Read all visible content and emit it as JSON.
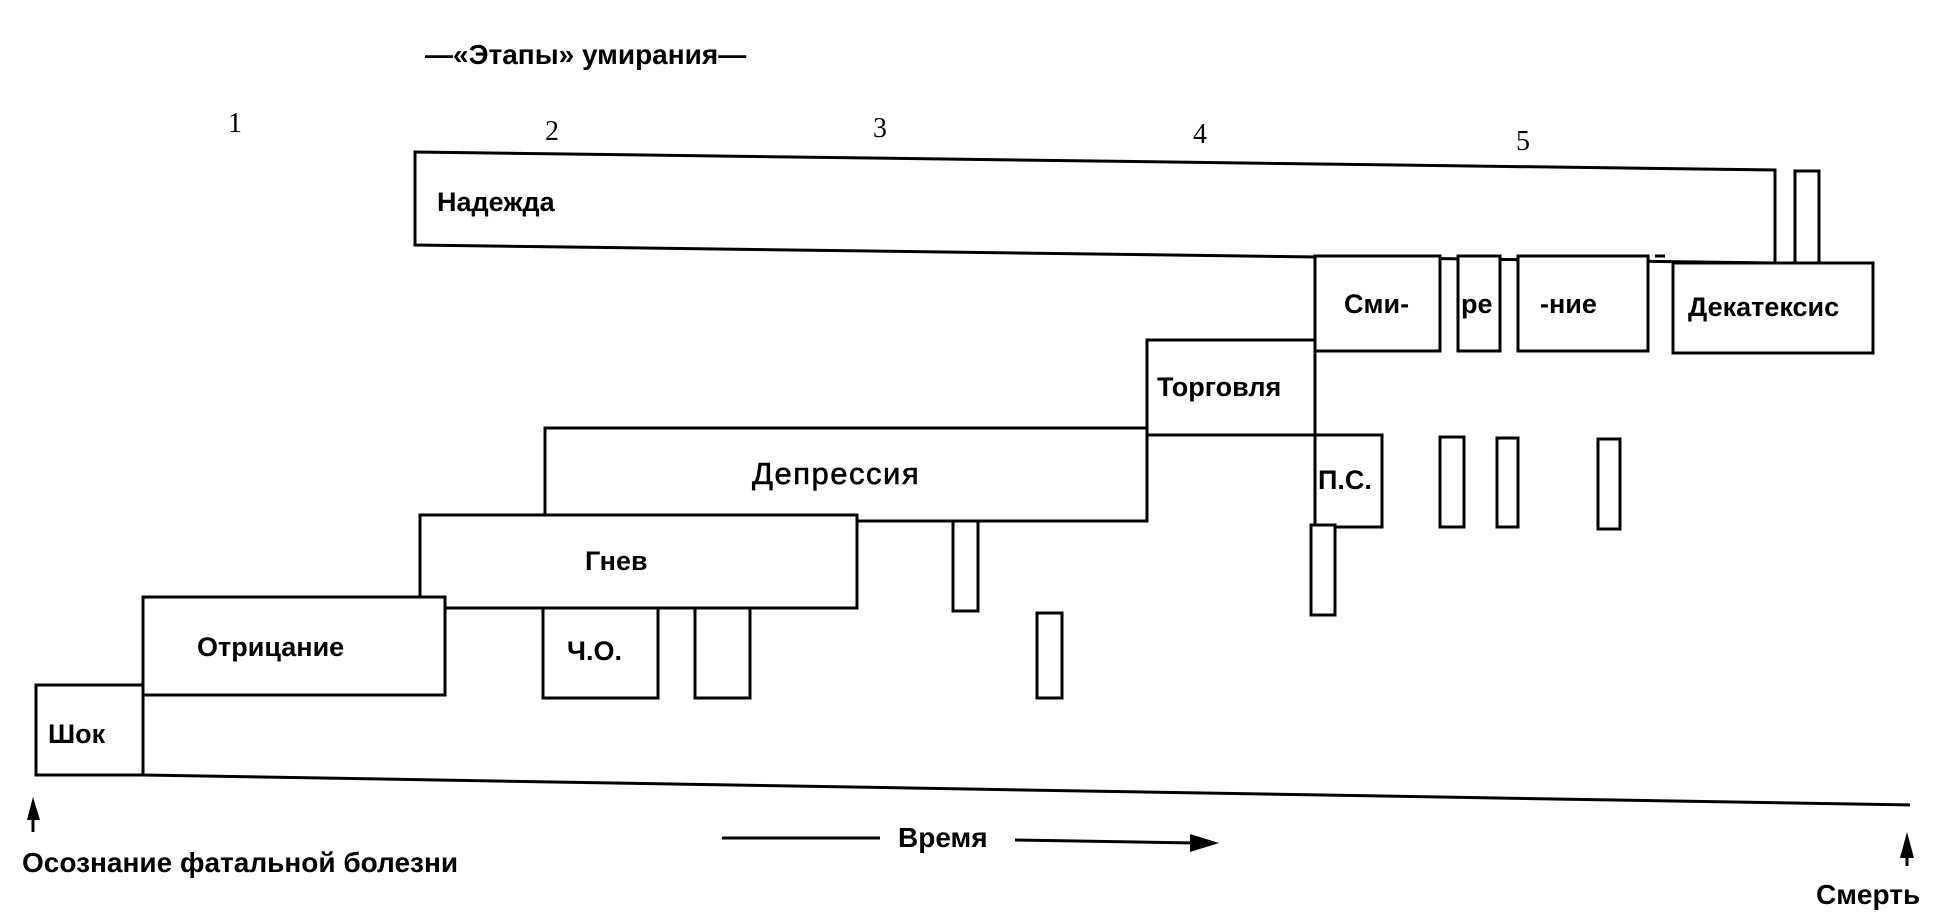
{
  "title": "—«Этапы» умирания—",
  "stage_numbers": [
    "1",
    "2",
    "3",
    "4",
    "5"
  ],
  "stages": {
    "shock": "Шок",
    "denial": "Отрицание",
    "anger": "Гнев",
    "depression": "Депрессия",
    "bargaining": "Торговля",
    "hope": "Надежда",
    "acceptance_1": "Сми-",
    "acceptance_2": "ре",
    "acceptance_3": "-ние",
    "decathexis": "Декатексис",
    "partial_denial": "Ч.О.",
    "preparatory_grief": "П.С."
  },
  "axis": {
    "start_label": "Осознание фатальной болезни",
    "time_label": "Время",
    "end_label": "Смерть"
  }
}
